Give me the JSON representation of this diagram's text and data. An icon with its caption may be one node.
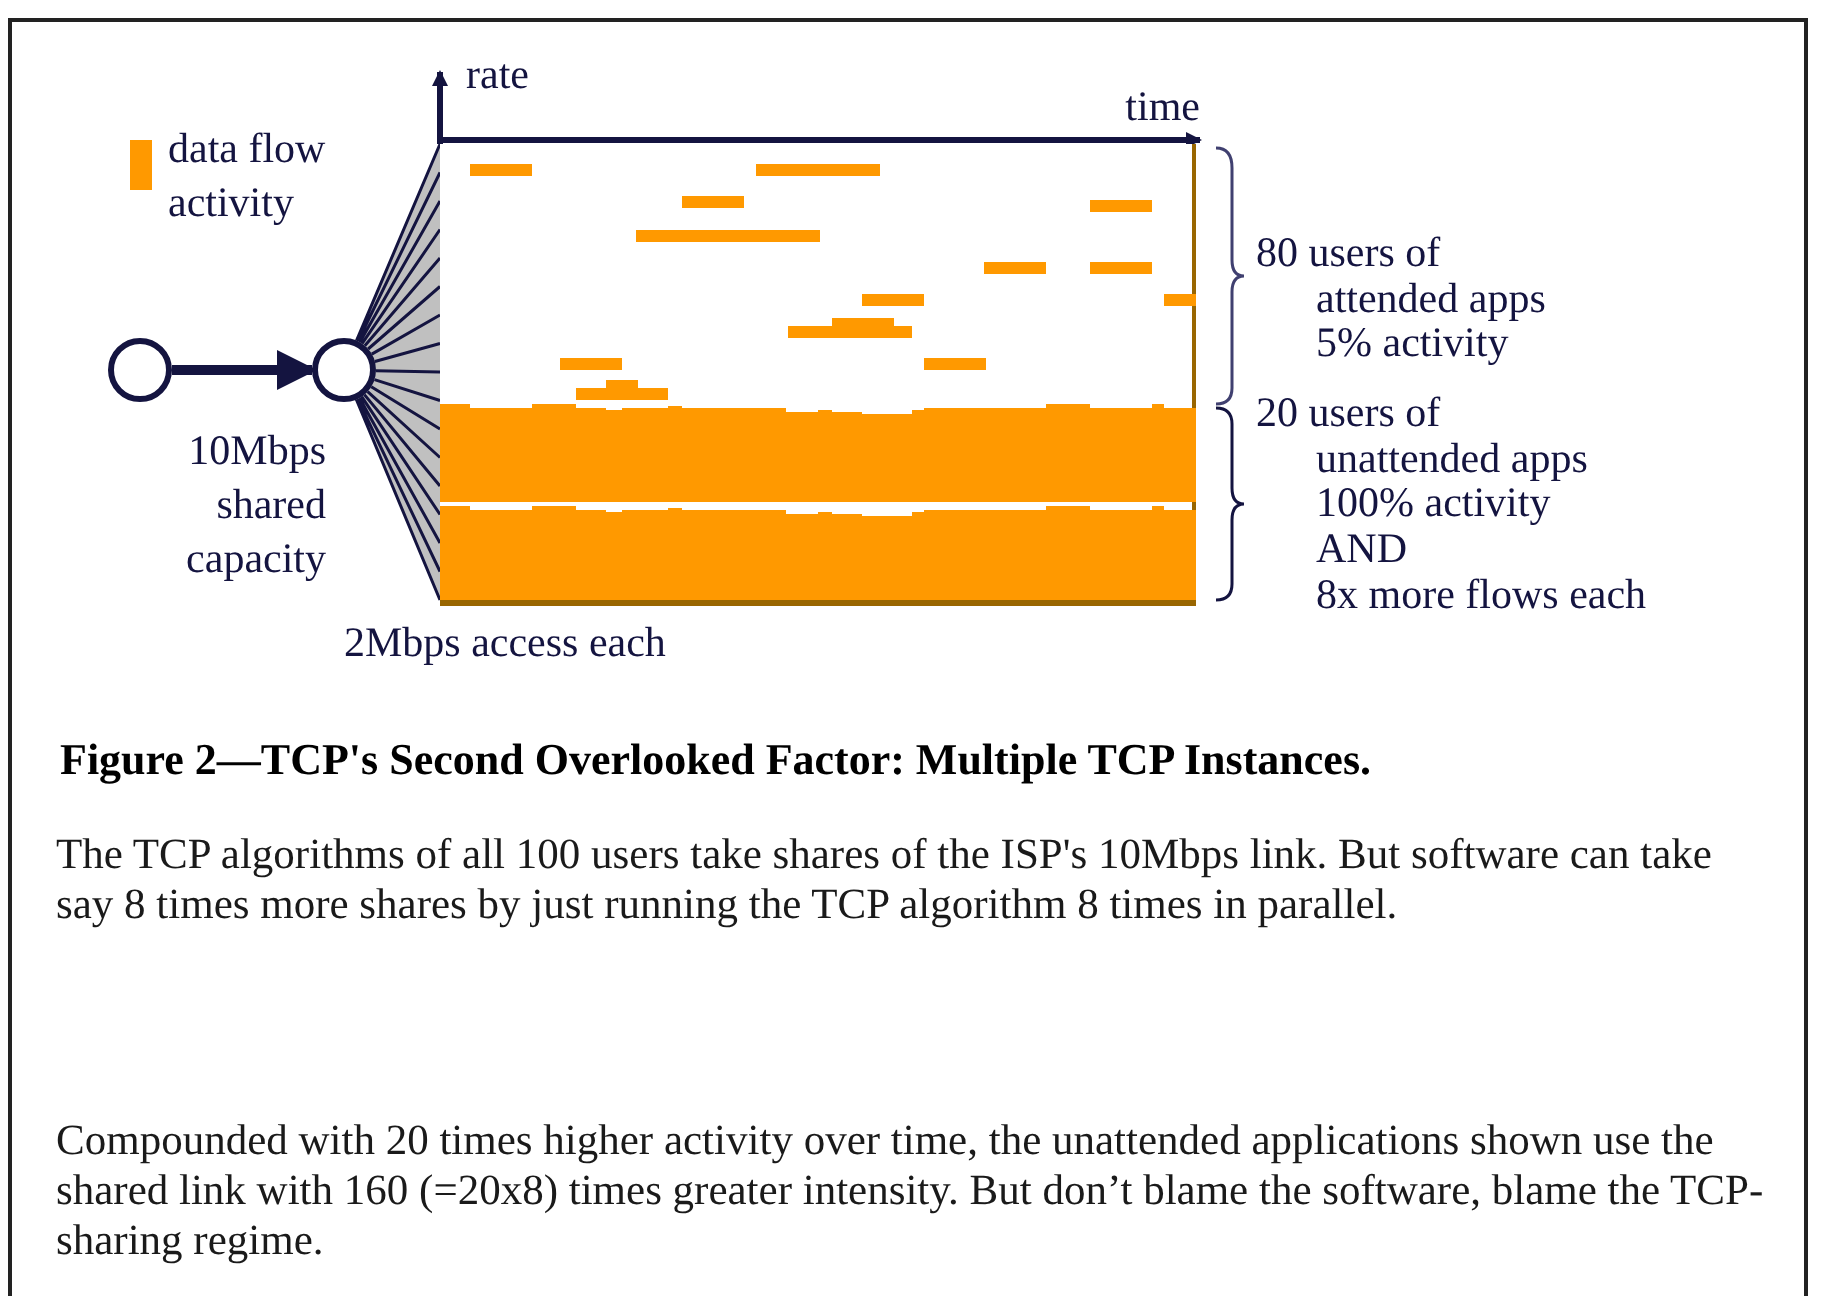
{
  "diagram": {
    "caption": "Figure 2—TCP's Second Overlooked Factor: Multiple TCP Instances.",
    "nodes": [
      {
        "text": [],
        "shape": "circle"
      },
      {
        "text": [],
        "shape": "circle"
      },
      {
        "text": [],
        "shape": "box"
      }
    ],
    "edges": [
      {
        "from": 0,
        "to": 1,
        "arrow": "to",
        "style": "thick"
      },
      {
        "from": 1,
        "to": 2,
        "arrow": "none"
      }
    ],
    "labels": [
      "rate",
      "time",
      "10Mbps shared capacity",
      "2Mbps access each",
      "80 users of",
      "attended apps",
      "5% activity",
      "20 users of",
      "unattended apps",
      "100% activity",
      "AND",
      "8x more flows each",
      "The TCP algorithms of all 100 users take shares of the ISP's 10Mbps link. But software can take say 8 times more shares by just running the TCP algorithm 8 times in parallel.",
      "Compounded with 20 times higher activity over time, the unattended applications shown use the shared link with 160 (=20x8) times greater intensity. But don’t blame the software, blame the TCP-sharing regime."
    ],
    "legend": [
      {
        "text": "data flow activity",
        "color": "#ff9900"
      }
    ]
  }
}
